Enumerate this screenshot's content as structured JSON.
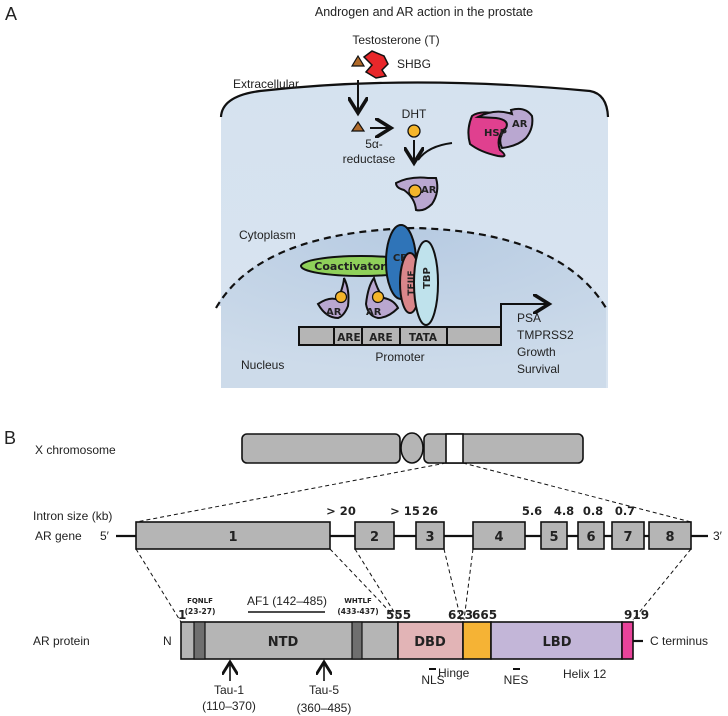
{
  "panel_a": {
    "letter": "A",
    "title": "Androgen and AR action in the prostate",
    "testosterone_label": "Testosterone (T)",
    "shbg_label": "SHBG",
    "extracellular_label": "Extracellular",
    "dht_label": "DHT",
    "reductase_line1": "5α-",
    "reductase_line2": "reductase",
    "hsp_label": "HSP",
    "ar_label": "AR",
    "cytoplasm_label": "Cytoplasm",
    "nucleus_label": "Nucleus",
    "coactivator_label": "Coactivator",
    "cbp_label": "CBP",
    "tfiif_label": "TFIIF",
    "tbp_label": "TBP",
    "promoter_label": "Promoter",
    "dna_segments": [
      "",
      "ARE",
      "ARE",
      "TATA",
      ""
    ],
    "targets": [
      "PSA",
      "TMPRSS2",
      "Growth",
      "Survival"
    ]
  },
  "panel_b": {
    "letter": "B",
    "chromosome_label": "X chromosome",
    "intron_label": "Intron size (kb)",
    "gene_label": "AR gene",
    "five_prime": "5′",
    "three_prime": "3′",
    "exons": [
      "1",
      "2",
      "3",
      "4",
      "5",
      "6",
      "7",
      "8"
    ],
    "intron_sizes": [
      "> 20",
      "> 15",
      "26",
      "5.6",
      "4.8",
      "0.8",
      "0.7"
    ],
    "protein_label": "AR protein",
    "n_label": "N",
    "c_label": "C terminus",
    "positions": [
      "1",
      "555",
      "623",
      "665",
      "919"
    ],
    "domains": {
      "ntd": "NTD",
      "dbd": "DBD",
      "lbd": "LBD"
    },
    "fqnlf": {
      "name": "FQNLF",
      "range": "(23-27)"
    },
    "whtlf": {
      "name": "WHTLF",
      "range": "(433-437)"
    },
    "af1": "AF1 (142–485)",
    "tau1": {
      "name": "Tau-1",
      "range": "(110–370)"
    },
    "tau5": {
      "name": "Tau-5",
      "range": "(360–485)"
    },
    "nls": "NLS",
    "hinge": "Hinge",
    "nes": "NES",
    "helix12": "Helix 12"
  },
  "colors": {
    "cell": "#d3e0ee",
    "nucleus": "#bccfe4",
    "ar": "#b9a7d0",
    "hsp": "#e0408f",
    "shbg": "#e8272a",
    "dht": "#f5b52a",
    "testosterone": "#b06a2a",
    "coactivator": "#8fd05a",
    "cbp": "#2f74b8",
    "tfiif": "#d9868a",
    "tbp": "#bfe2ec",
    "gray": "#b5b5b5",
    "dark_gray": "#6f6f6f",
    "dbd": "#e2b4b6",
    "hinge": "#f5b335",
    "lbd": "#c3b6d8",
    "helix12": "#e8439a"
  }
}
